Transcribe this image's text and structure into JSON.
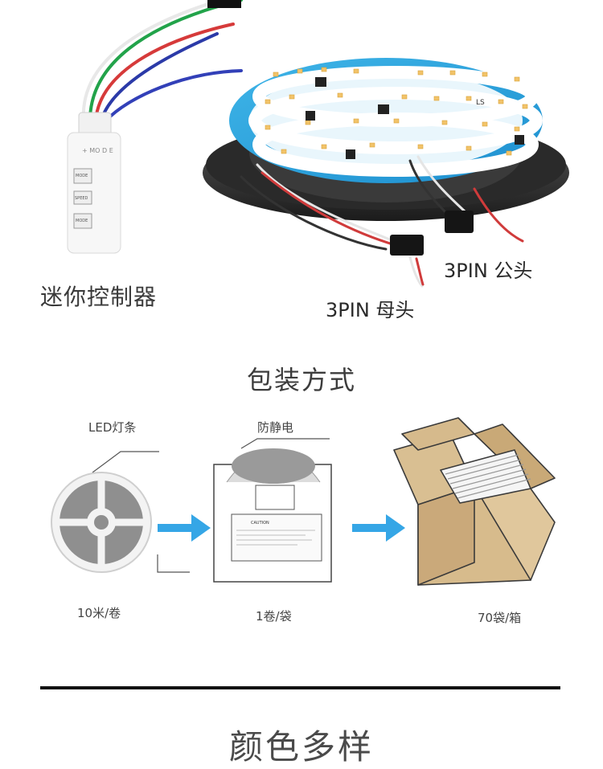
{
  "photo": {
    "controller_label": "迷你控制器",
    "male_connector_label": "3PIN 公头",
    "female_connector_label": "3PIN 母头",
    "controller_buttons": [
      "MODE +",
      "SPEED",
      "MODE -"
    ],
    "strip_marking": "LS"
  },
  "packaging": {
    "title": "包装方式",
    "led_strip_label": "LED灯条",
    "antistatic_label": "防静电",
    "caption_roll": "10米/卷",
    "caption_bag": "1卷/袋",
    "caption_box": "70袋/箱",
    "bag_caution": "CAUTION",
    "arrow_color": "#35a6e6"
  },
  "colors_section": {
    "title": "颜色多样"
  }
}
